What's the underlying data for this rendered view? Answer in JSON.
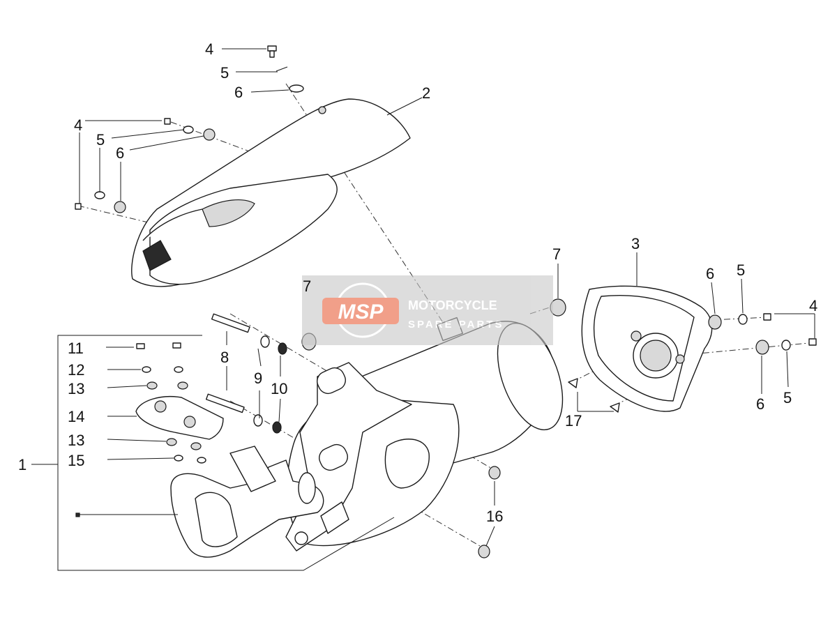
{
  "callouts": {
    "c1": "1",
    "c2": "2",
    "c3": "3",
    "c4a": "4",
    "c4b": "4",
    "c4c": "4",
    "c5a": "5",
    "c5b": "5",
    "c5c": "5",
    "c5d": "5",
    "c6a": "6",
    "c6b": "6",
    "c6c": "6",
    "c6d": "6",
    "c7a": "7",
    "c7b": "7",
    "c8": "8",
    "c9": "9",
    "c10": "10",
    "c11": "11",
    "c12": "12",
    "c13a": "13",
    "c13b": "13",
    "c14": "14",
    "c15": "15",
    "c16": "16",
    "c17": "17"
  },
  "watermark": {
    "logo": "MSP",
    "line1": "MOTORCYCLE",
    "line2": "SPARE PARTS"
  },
  "colors": {
    "line": "#1a1a1a",
    "watermark_red": "#e8603c",
    "watermark_grey": "#8a8a8a"
  }
}
